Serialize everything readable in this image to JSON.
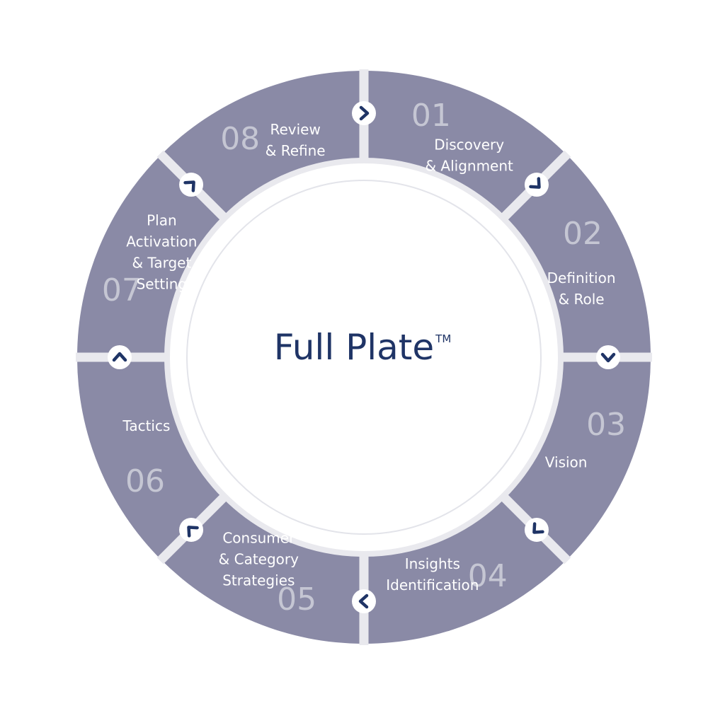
{
  "diagram": {
    "title": "Full Plate",
    "trademark": "TM",
    "colors": {
      "ring": "#8a8aa6",
      "divider": "#e9e9ee",
      "plate": "#ffffff",
      "plate_shadow": "#e3e4ea",
      "number": "#c5c6d3",
      "label": "#ffffff",
      "arrow_bg": "#ffffff",
      "arrow": "#1f3466",
      "title": "#1f3466"
    },
    "segments": [
      {
        "number": "01",
        "lines": [
          "Discovery",
          "& Alignment"
        ]
      },
      {
        "number": "02",
        "lines": [
          "Definition",
          "& Role"
        ]
      },
      {
        "number": "03",
        "lines": [
          "Vision"
        ]
      },
      {
        "number": "04",
        "lines": [
          "Insights",
          "Identification"
        ]
      },
      {
        "number": "05",
        "lines": [
          "Consumer",
          "& Category",
          "Strategies"
        ]
      },
      {
        "number": "06",
        "lines": [
          "Tactics"
        ]
      },
      {
        "number": "07",
        "lines": [
          "Plan",
          "Activation",
          "& Target",
          "Setting"
        ]
      },
      {
        "number": "08",
        "lines": [
          "Review",
          "& Refine"
        ]
      }
    ],
    "arrows": [
      {
        "icon": "chevron-right-icon"
      },
      {
        "icon": "chevron-down-right-icon"
      },
      {
        "icon": "chevron-down-icon"
      },
      {
        "icon": "chevron-down-left-icon"
      },
      {
        "icon": "chevron-left-icon"
      },
      {
        "icon": "chevron-up-left-icon"
      },
      {
        "icon": "chevron-up-icon"
      },
      {
        "icon": "chevron-up-right-icon"
      }
    ]
  }
}
